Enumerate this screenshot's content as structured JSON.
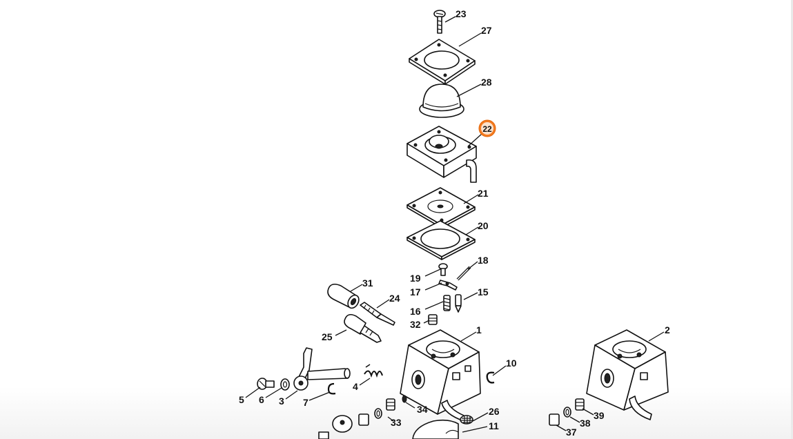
{
  "diagram": {
    "highlighted_part": "22",
    "highlight_color": "#f47b20",
    "callouts": [
      "23",
      "27",
      "28",
      "22",
      "21",
      "20",
      "18",
      "19",
      "17",
      "15",
      "16",
      "32",
      "31",
      "24",
      "25",
      "1",
      "2",
      "10",
      "4",
      "5",
      "6",
      "3",
      "7",
      "26",
      "11",
      "34",
      "33",
      "39",
      "38",
      "37"
    ]
  }
}
